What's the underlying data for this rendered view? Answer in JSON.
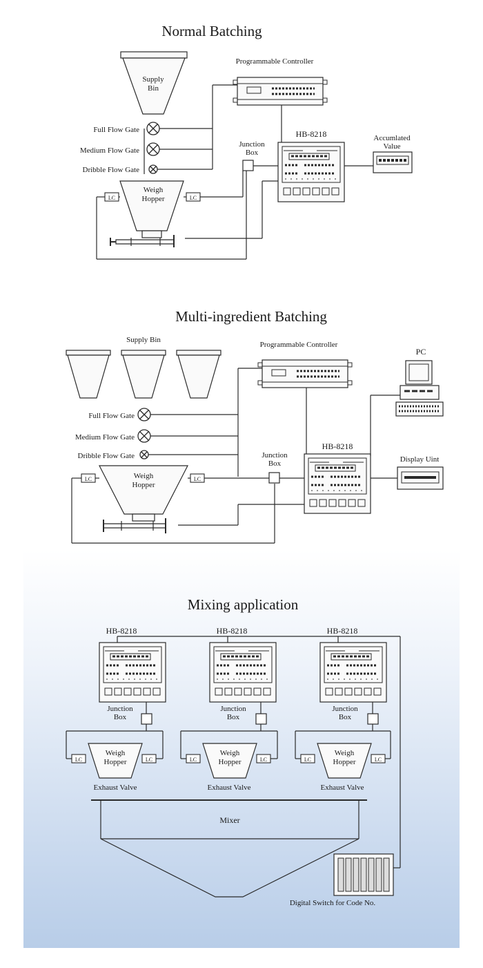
{
  "sections": {
    "normal": {
      "title": "Normal Batching",
      "supply_bin": [
        "Supply",
        "Bin"
      ],
      "programmable_controller": "Programmable Controller",
      "full_flow_gate": "Full Flow Gate",
      "medium_flow_gate": "Medium Flow Gate",
      "dribble_flow_gate": "Dribble Flow Gate",
      "junction_box": [
        "Junction",
        "Box"
      ],
      "indicator": "HB-8218",
      "accumulated_value": [
        "Accumlated",
        "Value"
      ],
      "weigh_hopper": [
        "Weigh",
        "Hopper"
      ],
      "load_cell": "LC"
    },
    "multi": {
      "title": "Multi-ingredient Batching",
      "supply_bin": "Supply Bin",
      "programmable_controller": "Programmable Controller",
      "pc": "PC",
      "full_flow_gate": "Full Flow Gate",
      "medium_flow_gate": "Medium Flow Gate",
      "dribble_flow_gate": "Dribble Flow Gate",
      "junction_box": [
        "Junction",
        "Box"
      ],
      "indicator": "HB-8218",
      "display_unit": "Display Uint",
      "weigh_hopper": [
        "Weigh",
        "Hopper"
      ],
      "load_cell": "LC"
    },
    "mixing": {
      "title": "Mixing application",
      "indicators": [
        "HB-8218",
        "HB-8218",
        "HB-8218"
      ],
      "junction_box": [
        "Junction",
        "Box"
      ],
      "weigh_hopper": [
        "Weigh",
        "Hopper"
      ],
      "load_cell": "LC",
      "exhaust_valve": "Exhaust Valve",
      "mixer": "Mixer",
      "digital_switch": "Digital Switch for Code No."
    }
  }
}
